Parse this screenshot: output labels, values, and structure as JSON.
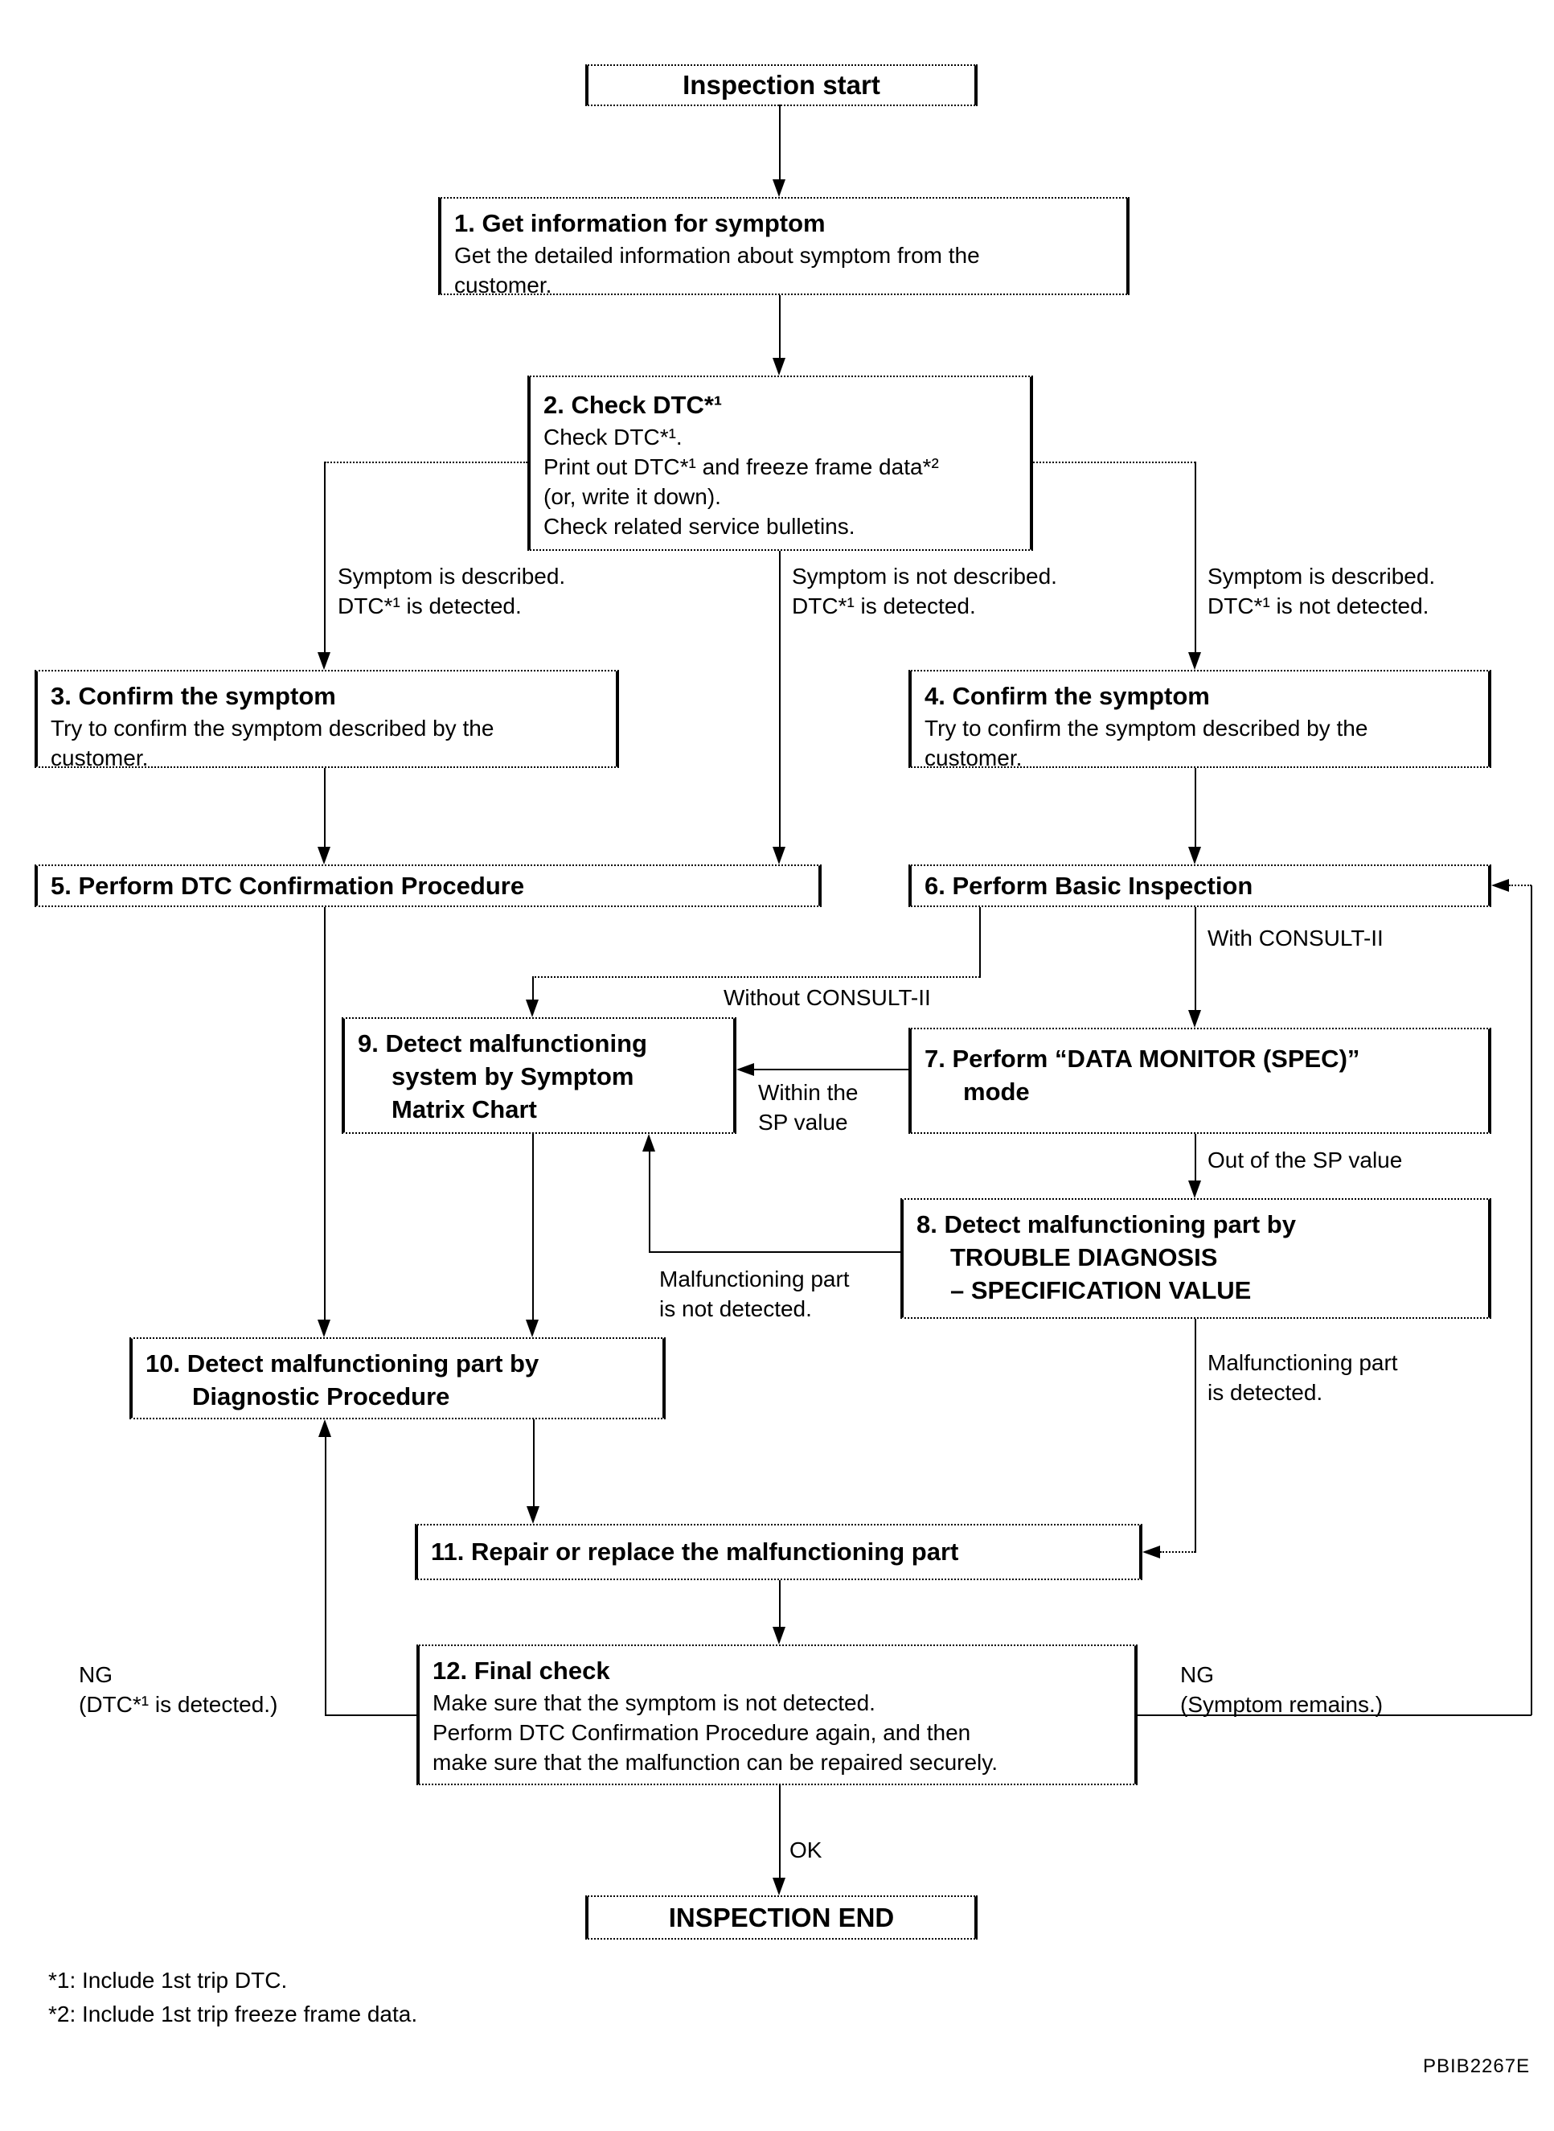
{
  "page": {
    "background": "#ffffff",
    "ink": "#000000"
  },
  "nodes": {
    "start": {
      "label": "Inspection start"
    },
    "step1": {
      "title": "1. Get information for symptom",
      "body": [
        "Get the detailed information about symptom from the",
        "customer."
      ]
    },
    "step2": {
      "title": "2. Check DTC*¹",
      "body": [
        "Check DTC*¹.",
        "Print out DTC*¹ and freeze frame data*²",
        "(or, write it down).",
        "Check related service bulletins."
      ]
    },
    "step3": {
      "title": "3. Confirm the symptom",
      "body": [
        "Try to confirm the symptom described by the",
        "customer."
      ]
    },
    "step4": {
      "title": "4. Confirm the symptom",
      "body": [
        "Try to confirm the symptom described by the",
        "customer."
      ]
    },
    "step5": {
      "title": "5. Perform DTC Confirmation Procedure"
    },
    "step6": {
      "title": "6. Perform Basic Inspection"
    },
    "step7": {
      "title_lines": [
        "7. Perform “DATA MONITOR (SPEC)”",
        "mode"
      ]
    },
    "step8": {
      "title_lines": [
        "8. Detect malfunctioning part by",
        "TROUBLE DIAGNOSIS",
        "– SPECIFICATION VALUE"
      ]
    },
    "step9": {
      "title_lines": [
        "9. Detect malfunctioning",
        "system by Symptom",
        "Matrix Chart"
      ]
    },
    "step10": {
      "title_lines": [
        "10. Detect malfunctioning part by",
        "Diagnostic Procedure"
      ]
    },
    "step11": {
      "title": "11. Repair or replace the malfunctioning part"
    },
    "step12": {
      "title": "12. Final check",
      "body": [
        "Make sure that the symptom is not detected.",
        "Perform DTC Confirmation Procedure again, and then",
        "make sure that the malfunction can be repaired securely."
      ]
    },
    "end": {
      "label": "INSPECTION END"
    }
  },
  "edge_labels": {
    "left_branch": [
      "Symptom is described.",
      "DTC*¹ is detected."
    ],
    "mid_branch": [
      "Symptom is not described.",
      "DTC*¹ is detected."
    ],
    "right_branch": [
      "Symptom is described.",
      "DTC*¹ is not detected."
    ],
    "with_consult": "With CONSULT-II",
    "without_consult": "Without CONSULT-II",
    "within_sp": [
      "Within the",
      "SP value"
    ],
    "out_of_sp": "Out of the SP value",
    "part_not_detected": [
      "Malfunctioning part",
      "is not detected."
    ],
    "part_detected": [
      "Malfunctioning part",
      "is detected."
    ],
    "ng_left": [
      "NG",
      "(DTC*¹ is detected.)"
    ],
    "ng_right": [
      "NG",
      "(Symptom remains.)"
    ],
    "ok": "OK"
  },
  "footnotes": [
    "*1: Include 1st trip DTC.",
    "*2: Include 1st trip freeze frame data."
  ],
  "figure_code": "PBIB2267E"
}
